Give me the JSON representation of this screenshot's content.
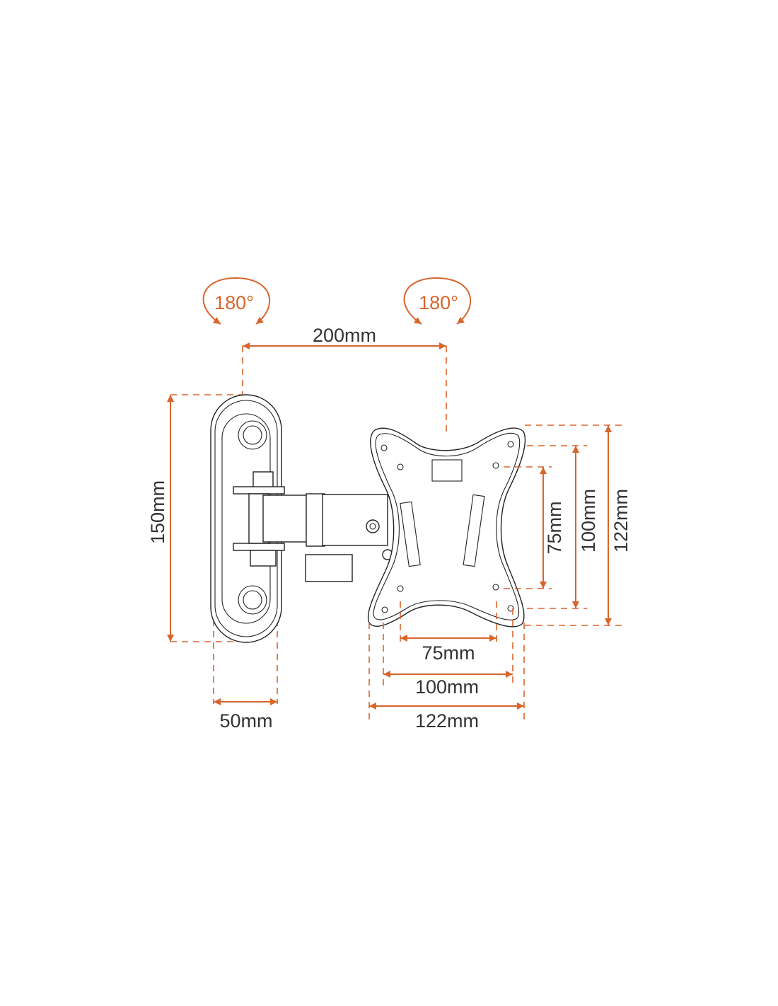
{
  "colors": {
    "accent": "#d9652b",
    "line": "#222222",
    "text": "#333333"
  },
  "rotation": {
    "left": "180°",
    "right": "180°"
  },
  "dimensions": {
    "arm_extension": "200mm",
    "wall_plate_height": "150mm",
    "wall_plate_width": "50mm",
    "vesa_h_small": "75mm",
    "vesa_h_medium": "100mm",
    "vesa_h_large": "122mm",
    "vesa_v_small": "75mm",
    "vesa_v_medium": "100mm",
    "vesa_v_large": "122mm"
  }
}
